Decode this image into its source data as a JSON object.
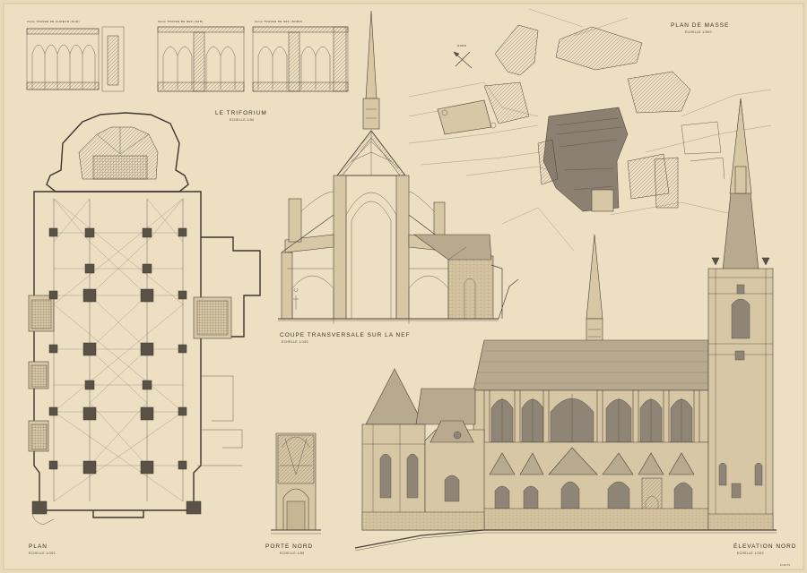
{
  "sheet": {
    "background": "#e9dbbd",
    "ink": "#3c352e",
    "sheet_number": "2/1173"
  },
  "labels": {
    "triforium_title": "LE TRIFORIUM",
    "triforium_scale": "ECHELLE 1/50",
    "triforium_sub_1": "2ème TRAVEE DE CHOEUR (SUD)",
    "triforium_sub_2": "3ème TRAVEE DE NEF (SUD)",
    "triforium_sub_3": "2ème TRAVEE DE NEF (NORD)",
    "coupe_title": "COUPE TRANSVERSALE SUR LA NEF",
    "coupe_scale": "ECHELLE 1/100",
    "plan_masse_title": "PLAN DE MASSE",
    "plan_masse_scale": "ECHELLE 1/500",
    "north_label": "NORD",
    "plan_title": "PLAN",
    "plan_scale": "ECHELLE 1/100",
    "porte_title": "PORTE NORD",
    "porte_scale": "ECHELLE 1/50",
    "elevation_title": "ÉLEVATION NORD",
    "elevation_scale": "ECHELLE 1/100"
  }
}
